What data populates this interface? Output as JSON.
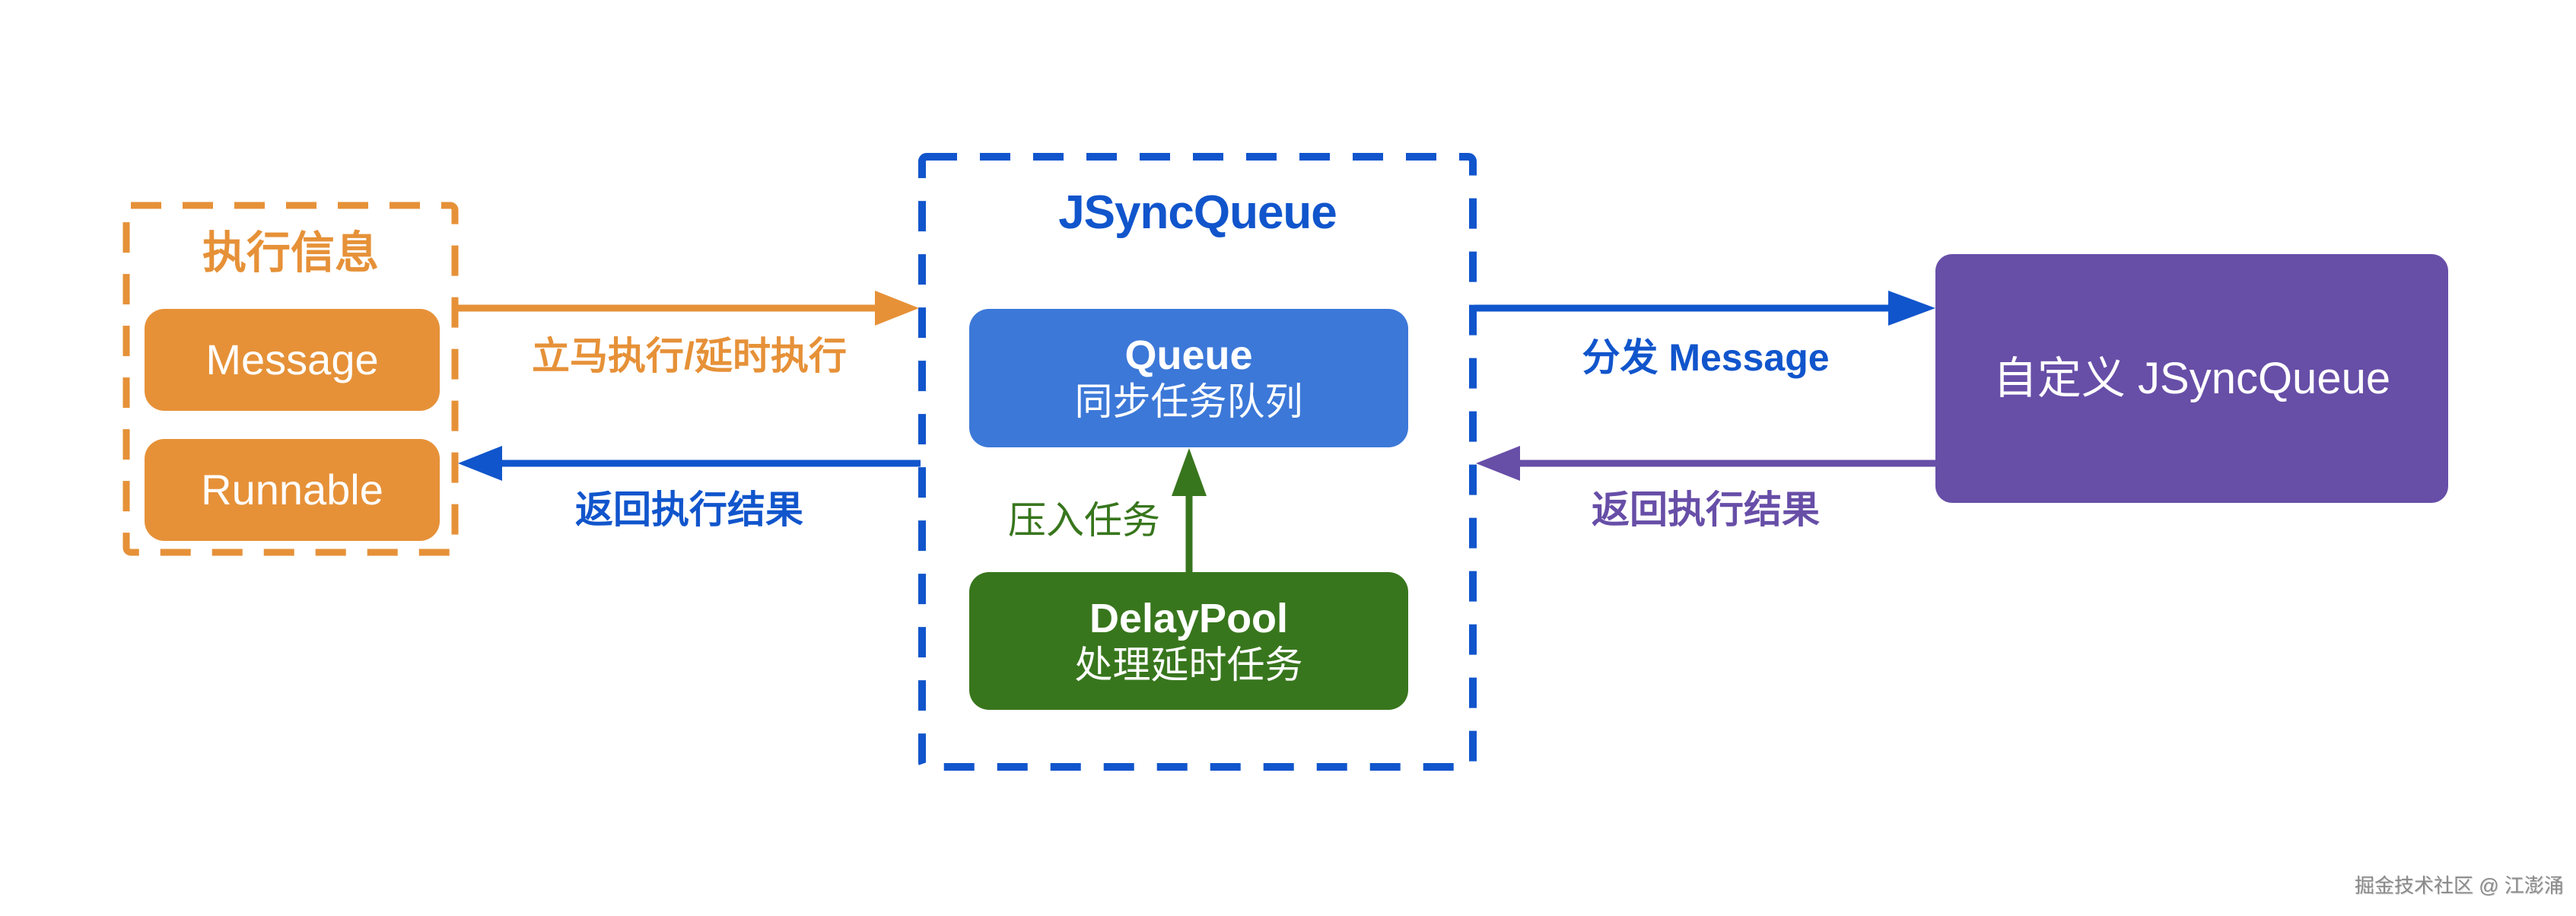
{
  "colors": {
    "orange": "#E69138",
    "blue": "#1155CC",
    "queue_blue": "#3C78D8",
    "green": "#38761D",
    "purple": "#674EA7",
    "white": "#FFFFFF"
  },
  "exec_info": {
    "title": "执行信息",
    "items": [
      {
        "label": "Message"
      },
      {
        "label": "Runnable"
      }
    ]
  },
  "jsyncqueue": {
    "title": "JSyncQueue",
    "queue": {
      "title": "Queue",
      "subtitle": "同步任务队列"
    },
    "delay_pool": {
      "title": "DelayPool",
      "subtitle": "处理延时任务"
    },
    "push_label": "压入任务"
  },
  "custom": {
    "label": "自定义 JSyncQueue"
  },
  "arrows": {
    "execute_label": "立马执行/延时执行",
    "return_left_label": "返回执行结果",
    "dispatch_label": "分发 Message",
    "return_right_label": "返回执行结果"
  },
  "watermark": "掘金技术社区 @ 江澎涌"
}
